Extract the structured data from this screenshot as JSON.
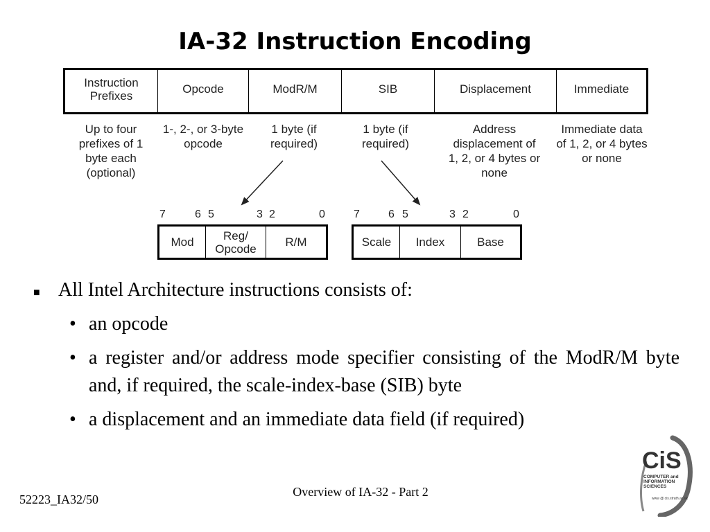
{
  "slide": {
    "title": "IA-32 Instruction Encoding"
  },
  "format": {
    "fields": [
      {
        "label": "Instruction Prefixes",
        "desc": "Up to four prefixes of 1 byte each (optional)"
      },
      {
        "label": "Opcode",
        "desc": "1-, 2-, or 3-byte opcode"
      },
      {
        "label": "ModR/M",
        "desc": "1 byte (if required)"
      },
      {
        "label": "SIB",
        "desc": "1 byte (if required)"
      },
      {
        "label": "Displacement",
        "desc": "Address displacement of 1, 2, or 4 bytes or none"
      },
      {
        "label": "Immediate",
        "desc": "Immediate data of 1, 2, or 4 bytes or none"
      }
    ]
  },
  "modrm": {
    "bits": [
      "7",
      "6",
      "5",
      "3",
      "2",
      "0"
    ],
    "fields": [
      "Mod",
      "Reg/ Opcode",
      "R/M"
    ]
  },
  "sib": {
    "bits": [
      "7",
      "6",
      "5",
      "3",
      "2",
      "0"
    ],
    "fields": [
      "Scale",
      "Index",
      "Base"
    ]
  },
  "bullets": {
    "main": "All Intel Architecture instructions consists of:",
    "sub": [
      "an opcode",
      "a register and/or address mode specifier consisting of the ModR/M byte and, if required, the scale-index-base (SIB) byte",
      "a displacement and an immediate data field (if required)"
    ]
  },
  "footer": {
    "center": "Overview of IA-32 - Part 2",
    "left": "52223_IA32/50"
  },
  "logo": {
    "text": "CiS",
    "lines": [
      "COMPUTER and",
      "INFORMATION",
      "SCIENCES"
    ],
    "url": "www @ cis.strath.ac.uk",
    "icon": "cis-logo-icon"
  }
}
